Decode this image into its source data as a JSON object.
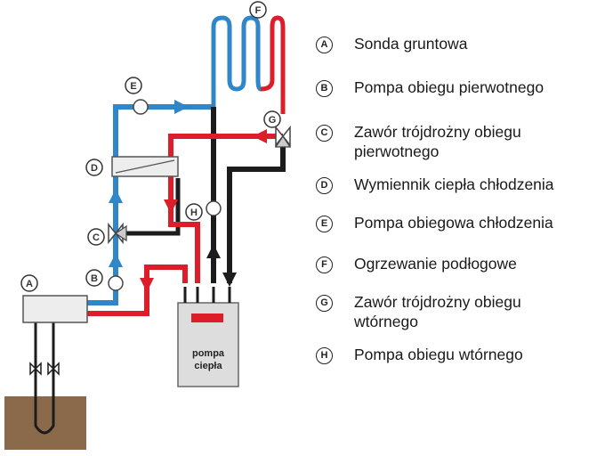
{
  "colors": {
    "blue": "#2f86c9",
    "red": "#dc1e2a",
    "black": "#1c1c1c",
    "soil": "#8a6a4a",
    "device": "#dddddd",
    "display": "#dc1e2a"
  },
  "device": {
    "line1": "pompa",
    "line2": "ciepła"
  },
  "markers": {
    "A": "A",
    "B": "B",
    "C": "C",
    "D": "D",
    "E": "E",
    "F": "F",
    "G": "G",
    "H": "H"
  },
  "legend": [
    {
      "letter": "A",
      "text": "Sonda gruntowa"
    },
    {
      "letter": "B",
      "text": "Pompa obiegu pierwotnego"
    },
    {
      "letter": "C",
      "text": "Zawór trójdrożny obiegu pierwotnego"
    },
    {
      "letter": "D",
      "text": "Wymiennik ciepła chłodzenia"
    },
    {
      "letter": "E",
      "text": "Pompa obiegowa chłodzenia"
    },
    {
      "letter": "F",
      "text": "Ogrzewanie podłogowe"
    },
    {
      "letter": "G",
      "text": "Zawór trójdrożny obiegu wtórnego"
    },
    {
      "letter": "H",
      "text": "Pompa obiegu wtórnego"
    }
  ]
}
